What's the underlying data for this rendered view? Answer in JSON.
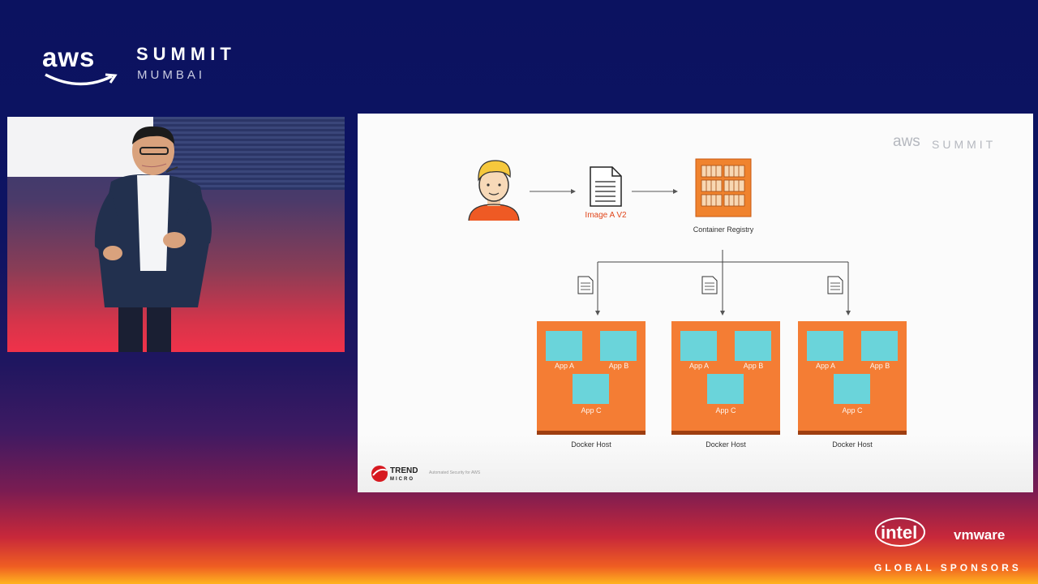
{
  "event": {
    "brand": "aws",
    "name": "SUMMIT",
    "city": "MUMBAI"
  },
  "slide": {
    "watermark_brand": "aws",
    "watermark_name": "SUMMIT",
    "image_label": "Image A V2",
    "registry_label": "Container Registry",
    "hosts": [
      {
        "label": "Docker Host",
        "apps": [
          "App A",
          "App B",
          "App C"
        ]
      },
      {
        "label": "Docker Host",
        "apps": [
          "App A",
          "App B",
          "App C"
        ]
      },
      {
        "label": "Docker Host",
        "apps": [
          "App A",
          "App B",
          "App C"
        ]
      }
    ],
    "footer_logo_line1": "TREND",
    "footer_logo_line2": "MICRO",
    "footer_tagline": "Automated Security for AWS"
  },
  "sponsors": {
    "left": "intel",
    "right": "vmware",
    "caption": "GLOBAL SPONSORS"
  },
  "colors": {
    "host_orange": "#f47d34",
    "app_cyan": "#6ad4da",
    "registry_orange": "#f0832e",
    "label_red": "#e0461b"
  },
  "icons": [
    "user-avatar-icon",
    "document-icon",
    "container-registry-icon",
    "small-document-icon",
    "arrow-icon"
  ]
}
